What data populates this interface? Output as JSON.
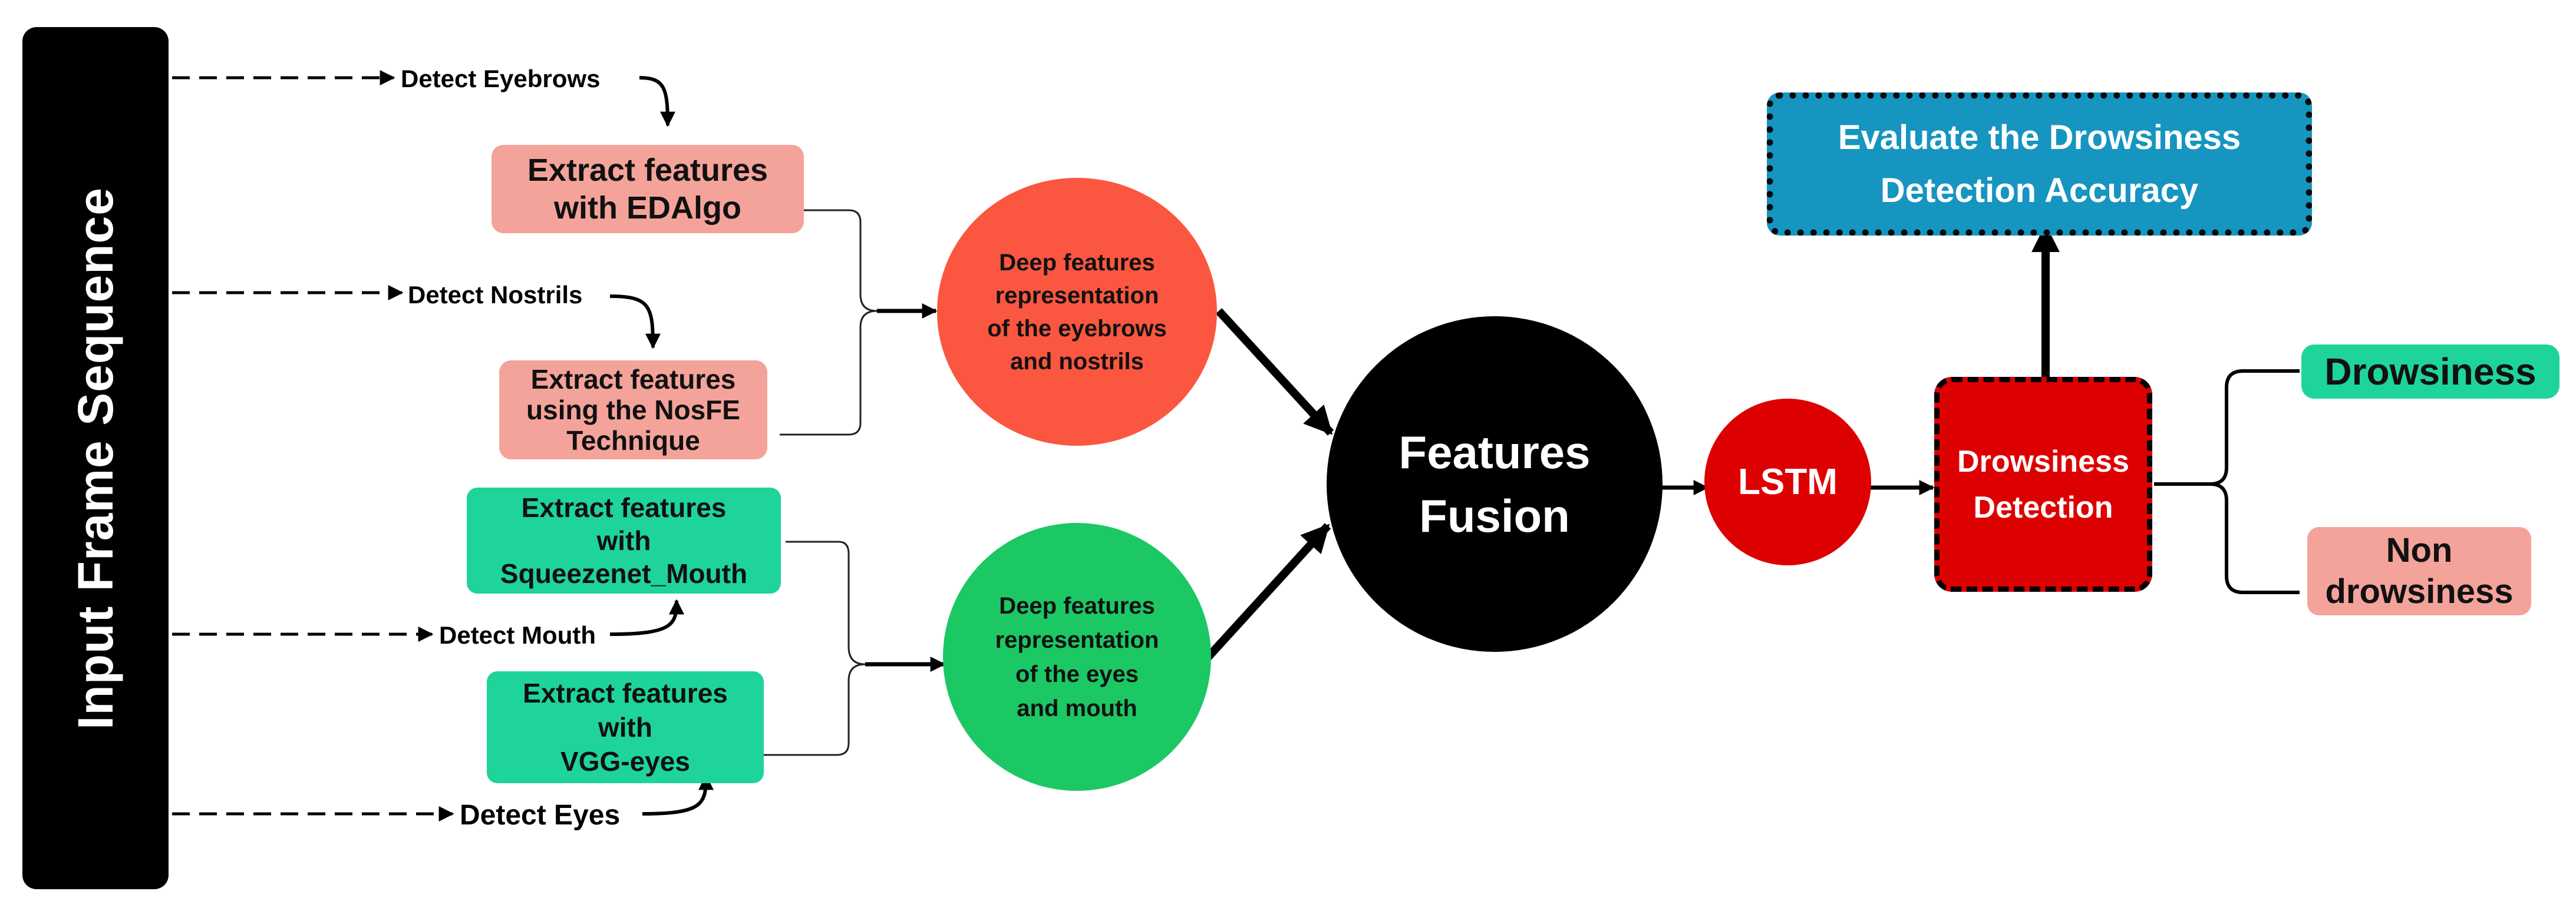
{
  "input": {
    "label": "Input Frame Sequence"
  },
  "detect": {
    "eyebrows": "Detect Eyebrows",
    "nostrils": "Detect Nostrils",
    "mouth": "Detect Mouth",
    "eyes": "Detect Eyes"
  },
  "extract": {
    "edalgo": {
      "line1": "Extract features",
      "line2": "with EDAlgo"
    },
    "nosfe": {
      "line1": "Extract features",
      "line2": "using the NosFE",
      "line3": "Technique"
    },
    "squeeze": {
      "line1": "Extract features",
      "line2": "with",
      "line3": "Squeezenet_Mouth"
    },
    "vgg": {
      "line1": "Extract features",
      "line2": "with",
      "line3": "VGG-eyes"
    }
  },
  "deep": {
    "brows_nostrils": {
      "line1": "Deep features",
      "line2": "representation",
      "line3": "of the eyebrows",
      "line4": "and nostrils"
    },
    "eyes_mouth": {
      "line1": "Deep features",
      "line2": "representation",
      "line3": "of the eyes",
      "line4": "and mouth"
    }
  },
  "fusion": {
    "line1": "Features",
    "line2": "Fusion"
  },
  "lstm": {
    "label": "LSTM"
  },
  "detection": {
    "line1": "Drowsiness",
    "line2": "Detection"
  },
  "evaluate": {
    "line1": "Evaluate the Drowsiness",
    "line2": "Detection Accuracy"
  },
  "outputs": {
    "drowsiness": "Drowsiness",
    "non": {
      "line1": "Non",
      "line2": "drowsiness"
    }
  },
  "colors": {
    "input_bg": "#000000",
    "extract_pink": "#f4a39a",
    "extract_green": "#1ed49a",
    "deep_red": "#fb5640",
    "deep_green": "#1cc864",
    "lstm_red": "#dd0000",
    "evaluate_blue": "#1695c0"
  }
}
